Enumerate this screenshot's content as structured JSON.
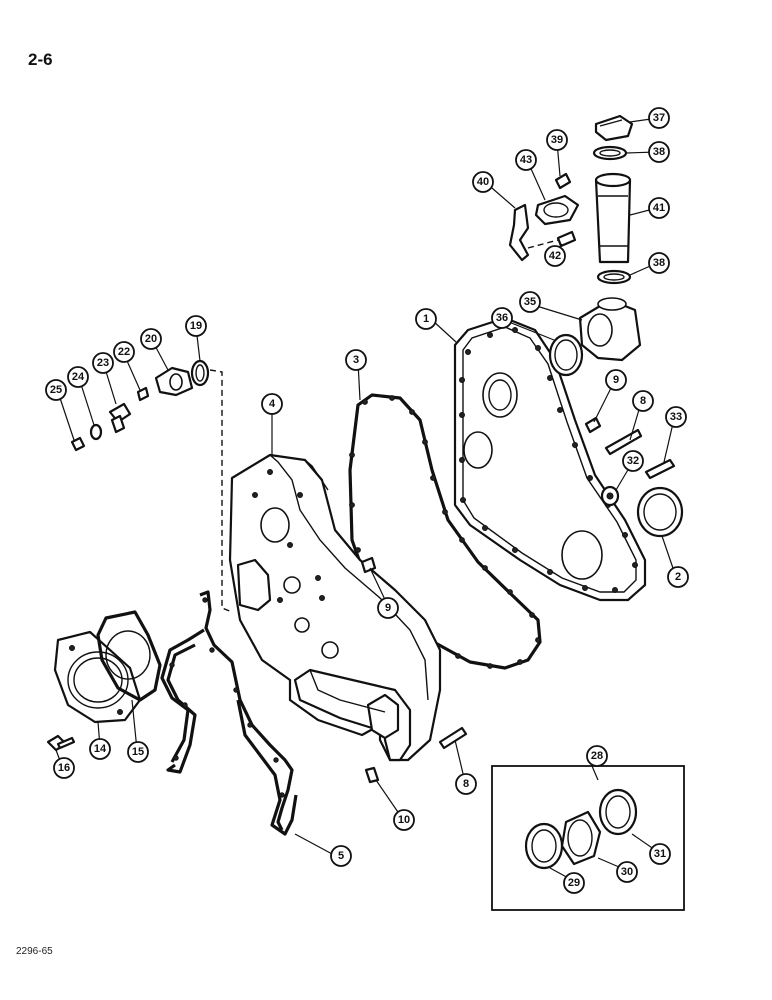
{
  "page": {
    "page_number": "2-6",
    "figure_code": "2296-65"
  },
  "callouts": [
    {
      "id": "c1",
      "label": "1"
    },
    {
      "id": "c2",
      "label": "2"
    },
    {
      "id": "c3",
      "label": "3"
    },
    {
      "id": "c4",
      "label": "4"
    },
    {
      "id": "c5",
      "label": "5"
    },
    {
      "id": "c8a",
      "label": "8"
    },
    {
      "id": "c8b",
      "label": "8"
    },
    {
      "id": "c9a",
      "label": "9"
    },
    {
      "id": "c9b",
      "label": "9"
    },
    {
      "id": "c10",
      "label": "10"
    },
    {
      "id": "c14",
      "label": "14"
    },
    {
      "id": "c15",
      "label": "15"
    },
    {
      "id": "c16",
      "label": "16"
    },
    {
      "id": "c19",
      "label": "19"
    },
    {
      "id": "c20",
      "label": "20"
    },
    {
      "id": "c22",
      "label": "22"
    },
    {
      "id": "c23",
      "label": "23"
    },
    {
      "id": "c24",
      "label": "24"
    },
    {
      "id": "c25",
      "label": "25"
    },
    {
      "id": "c28",
      "label": "28"
    },
    {
      "id": "c29",
      "label": "29"
    },
    {
      "id": "c30",
      "label": "30"
    },
    {
      "id": "c31",
      "label": "31"
    },
    {
      "id": "c32",
      "label": "32"
    },
    {
      "id": "c33",
      "label": "33"
    },
    {
      "id": "c35",
      "label": "35"
    },
    {
      "id": "c36",
      "label": "36"
    },
    {
      "id": "c37",
      "label": "37"
    },
    {
      "id": "c38a",
      "label": "38"
    },
    {
      "id": "c38b",
      "label": "38"
    },
    {
      "id": "c39",
      "label": "39"
    },
    {
      "id": "c40",
      "label": "40"
    },
    {
      "id": "c41",
      "label": "41"
    },
    {
      "id": "c42",
      "label": "42"
    },
    {
      "id": "c43",
      "label": "43"
    }
  ]
}
